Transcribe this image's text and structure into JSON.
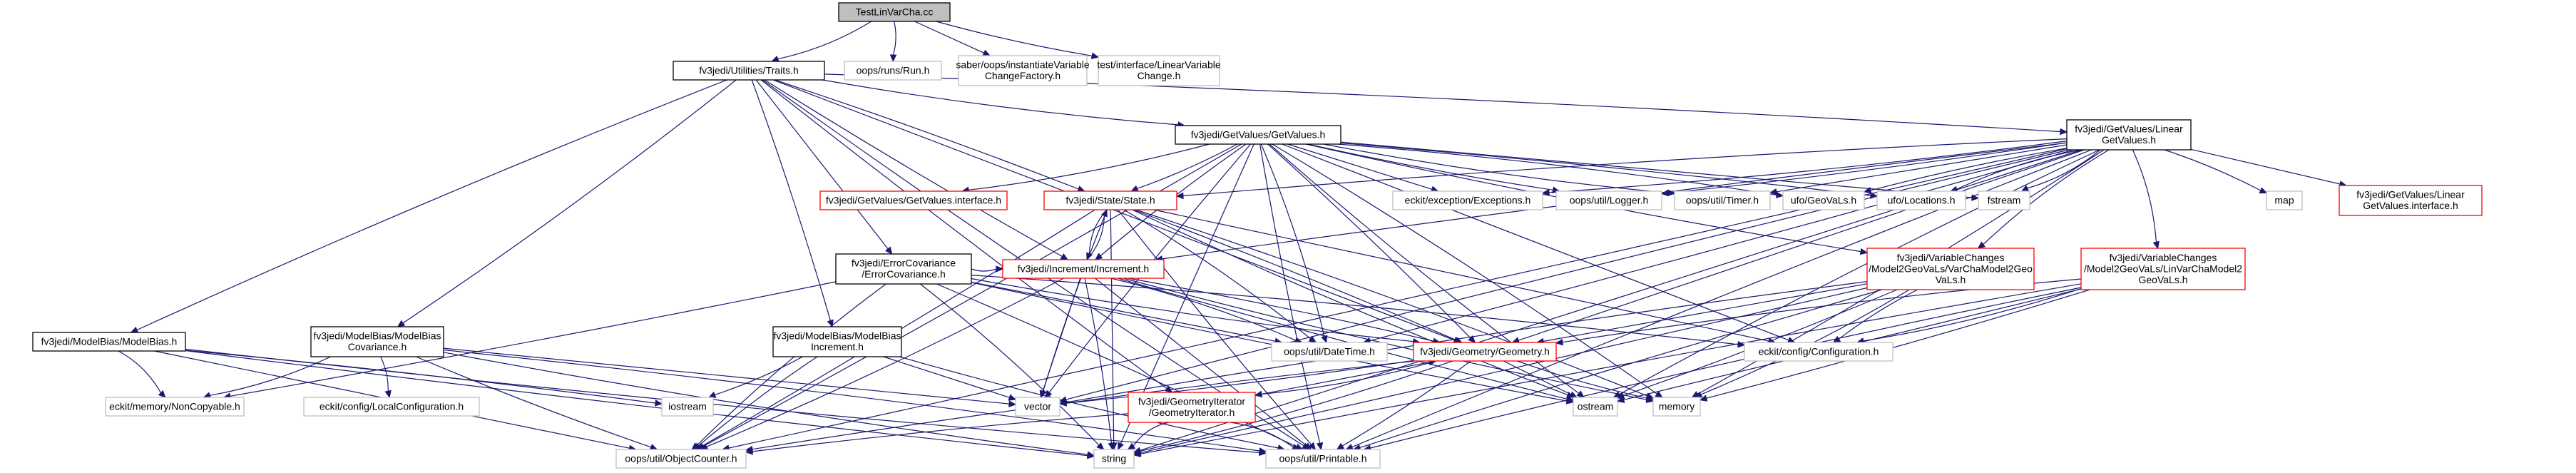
{
  "colors": {
    "root_fill": "#bfbfbf",
    "edge": "#191970",
    "documented_border": "#000000",
    "undocumented_border": "#bfbfbf",
    "truncated_border": "#ff0000"
  },
  "nodes": [
    {
      "id": "root",
      "kind": "root",
      "lines": [
        "TestLinVarCha.cc"
      ]
    },
    {
      "id": "traits",
      "kind": "std",
      "lines": [
        "fv3jedi/Utilities/Traits.h"
      ]
    },
    {
      "id": "oopsrun",
      "kind": "gray",
      "lines": [
        "oops/runs/Run.h"
      ]
    },
    {
      "id": "saber",
      "kind": "gray",
      "lines": [
        "saber/oops/instantiateVariable",
        "ChangeFactory.h"
      ]
    },
    {
      "id": "testlvc",
      "kind": "gray",
      "lines": [
        "test/interface/LinearVariable",
        "Change.h"
      ]
    },
    {
      "id": "getvalues",
      "kind": "std",
      "lines": [
        "fv3jedi/GetValues/GetValues.h"
      ]
    },
    {
      "id": "lingetvalues",
      "kind": "std",
      "lines": [
        "fv3jedi/GetValues/Linear",
        "GetValues.h"
      ]
    },
    {
      "id": "gvinterface",
      "kind": "red",
      "lines": [
        "fv3jedi/GetValues/GetValues.interface.h"
      ]
    },
    {
      "id": "state",
      "kind": "red",
      "lines": [
        "fv3jedi/State/State.h"
      ]
    },
    {
      "id": "ecexcept",
      "kind": "gray",
      "lines": [
        "eckit/exception/Exceptions.h"
      ]
    },
    {
      "id": "logger",
      "kind": "gray",
      "lines": [
        "oops/util/Logger.h"
      ]
    },
    {
      "id": "timer",
      "kind": "gray",
      "lines": [
        "oops/util/Timer.h"
      ]
    },
    {
      "id": "geovals",
      "kind": "gray",
      "lines": [
        "ufo/GeoVaLs.h"
      ]
    },
    {
      "id": "locations",
      "kind": "gray",
      "lines": [
        "ufo/Locations.h"
      ]
    },
    {
      "id": "fstream",
      "kind": "gray",
      "lines": [
        "fstream"
      ]
    },
    {
      "id": "map",
      "kind": "gray",
      "lines": [
        "map"
      ]
    },
    {
      "id": "lingvinterface",
      "kind": "red",
      "lines": [
        "fv3jedi/GetValues/Linear",
        "GetValues.interface.h"
      ]
    },
    {
      "id": "errcov",
      "kind": "std",
      "lines": [
        "fv3jedi/ErrorCovariance",
        "/ErrorCovariance.h"
      ]
    },
    {
      "id": "increment",
      "kind": "red",
      "lines": [
        "fv3jedi/Increment/Increment.h"
      ]
    },
    {
      "id": "vc2geo",
      "kind": "red",
      "lines": [
        "fv3jedi/VariableChanges",
        "/Model2GeoVaLs/VarChaModel2Geo",
        "VaLs.h"
      ]
    },
    {
      "id": "lvc2geo",
      "kind": "red",
      "lines": [
        "fv3jedi/VariableChanges",
        "/Model2GeoVaLs/LinVarChaModel2",
        "GeoVaLs.h"
      ]
    },
    {
      "id": "modelbias",
      "kind": "std",
      "lines": [
        "fv3jedi/ModelBias/ModelBias.h"
      ]
    },
    {
      "id": "mbcov",
      "kind": "std",
      "lines": [
        "fv3jedi/ModelBias/ModelBias",
        "Covariance.h"
      ]
    },
    {
      "id": "mbinc",
      "kind": "std",
      "lines": [
        "fv3jedi/ModelBias/ModelBias",
        "Increment.h"
      ]
    },
    {
      "id": "datetime",
      "kind": "gray",
      "lines": [
        "oops/util/DateTime.h"
      ]
    },
    {
      "id": "geometry",
      "kind": "red",
      "lines": [
        "fv3jedi/Geometry/Geometry.h"
      ]
    },
    {
      "id": "ecconfig",
      "kind": "gray",
      "lines": [
        "eckit/config/Configuration.h"
      ]
    },
    {
      "id": "noncopy",
      "kind": "gray",
      "lines": [
        "eckit/memory/NonCopyable.h"
      ]
    },
    {
      "id": "localconf",
      "kind": "gray",
      "lines": [
        "eckit/config/LocalConfiguration.h"
      ]
    },
    {
      "id": "iostream",
      "kind": "gray",
      "lines": [
        "iostream"
      ]
    },
    {
      "id": "vector",
      "kind": "gray",
      "lines": [
        "vector"
      ]
    },
    {
      "id": "ostream",
      "kind": "gray",
      "lines": [
        "ostream"
      ]
    },
    {
      "id": "memory",
      "kind": "gray",
      "lines": [
        "memory"
      ]
    },
    {
      "id": "geomiter",
      "kind": "red",
      "lines": [
        "fv3jedi/GeometryIterator",
        "/GeometryIterator.h"
      ]
    },
    {
      "id": "objcounter",
      "kind": "gray",
      "lines": [
        "oops/util/ObjectCounter.h"
      ]
    },
    {
      "id": "string",
      "kind": "gray",
      "lines": [
        "string"
      ]
    },
    {
      "id": "printable",
      "kind": "gray",
      "lines": [
        "oops/util/Printable.h"
      ]
    }
  ],
  "edges": [
    [
      "root",
      "traits"
    ],
    [
      "root",
      "oopsrun"
    ],
    [
      "root",
      "saber"
    ],
    [
      "root",
      "testlvc"
    ],
    [
      "traits",
      "getvalues"
    ],
    [
      "traits",
      "lingetvalues"
    ],
    [
      "traits",
      "state"
    ],
    [
      "traits",
      "errcov"
    ],
    [
      "traits",
      "increment"
    ],
    [
      "traits",
      "modelbias"
    ],
    [
      "traits",
      "mbcov"
    ],
    [
      "traits",
      "mbinc"
    ],
    [
      "traits",
      "geometry"
    ],
    [
      "traits",
      "geomiter"
    ],
    [
      "traits",
      "printable"
    ],
    [
      "getvalues",
      "gvinterface"
    ],
    [
      "getvalues",
      "state"
    ],
    [
      "getvalues",
      "ecexcept"
    ],
    [
      "getvalues",
      "logger"
    ],
    [
      "getvalues",
      "timer"
    ],
    [
      "getvalues",
      "geovals"
    ],
    [
      "getvalues",
      "locations"
    ],
    [
      "getvalues",
      "fstream"
    ],
    [
      "getvalues",
      "increment"
    ],
    [
      "getvalues",
      "vc2geo"
    ],
    [
      "getvalues",
      "datetime"
    ],
    [
      "getvalues",
      "geometry"
    ],
    [
      "getvalues",
      "ecconfig"
    ],
    [
      "getvalues",
      "vector"
    ],
    [
      "getvalues",
      "ostream"
    ],
    [
      "getvalues",
      "memory"
    ],
    [
      "getvalues",
      "objcounter"
    ],
    [
      "getvalues",
      "string"
    ],
    [
      "getvalues",
      "printable"
    ],
    [
      "lingetvalues",
      "state"
    ],
    [
      "lingetvalues",
      "ecexcept"
    ],
    [
      "lingetvalues",
      "logger"
    ],
    [
      "lingetvalues",
      "timer"
    ],
    [
      "lingetvalues",
      "geovals"
    ],
    [
      "lingetvalues",
      "locations"
    ],
    [
      "lingetvalues",
      "fstream"
    ],
    [
      "lingetvalues",
      "map"
    ],
    [
      "lingetvalues",
      "lingvinterface"
    ],
    [
      "lingetvalues",
      "increment"
    ],
    [
      "lingetvalues",
      "vc2geo"
    ],
    [
      "lingetvalues",
      "lvc2geo"
    ],
    [
      "lingetvalues",
      "datetime"
    ],
    [
      "lingetvalues",
      "geometry"
    ],
    [
      "lingetvalues",
      "vector"
    ],
    [
      "lingetvalues",
      "ostream"
    ],
    [
      "lingetvalues",
      "memory"
    ],
    [
      "lingetvalues",
      "objcounter"
    ],
    [
      "lingetvalues",
      "string"
    ],
    [
      "lingetvalues",
      "printable"
    ],
    [
      "state",
      "increment"
    ],
    [
      "state",
      "datetime"
    ],
    [
      "state",
      "geometry"
    ],
    [
      "state",
      "ecconfig"
    ],
    [
      "state",
      "vector"
    ],
    [
      "state",
      "ostream"
    ],
    [
      "state",
      "memory"
    ],
    [
      "state",
      "objcounter"
    ],
    [
      "state",
      "string"
    ],
    [
      "state",
      "printable"
    ],
    [
      "increment",
      "state"
    ],
    [
      "increment",
      "datetime"
    ],
    [
      "increment",
      "geometry"
    ],
    [
      "increment",
      "vector"
    ],
    [
      "increment",
      "ostream"
    ],
    [
      "increment",
      "memory"
    ],
    [
      "increment",
      "objcounter"
    ],
    [
      "increment",
      "string"
    ],
    [
      "increment",
      "printable"
    ],
    [
      "errcov",
      "increment"
    ],
    [
      "errcov",
      "geometry"
    ],
    [
      "errcov",
      "ecconfig"
    ],
    [
      "errcov",
      "noncopy"
    ],
    [
      "errcov",
      "datetime"
    ],
    [
      "errcov",
      "ostream"
    ],
    [
      "errcov",
      "objcounter"
    ],
    [
      "errcov",
      "string"
    ],
    [
      "errcov",
      "printable"
    ],
    [
      "vc2geo",
      "geometry"
    ],
    [
      "vc2geo",
      "ecconfig"
    ],
    [
      "vc2geo",
      "vector"
    ],
    [
      "vc2geo",
      "memory"
    ],
    [
      "vc2geo",
      "ostream"
    ],
    [
      "vc2geo",
      "string"
    ],
    [
      "vc2geo",
      "printable"
    ],
    [
      "lvc2geo",
      "geometry"
    ],
    [
      "lvc2geo",
      "ecconfig"
    ],
    [
      "lvc2geo",
      "memory"
    ],
    [
      "lvc2geo",
      "ostream"
    ],
    [
      "lvc2geo",
      "string"
    ],
    [
      "lvc2geo",
      "printable"
    ],
    [
      "modelbias",
      "noncopy"
    ],
    [
      "modelbias",
      "iostream"
    ],
    [
      "modelbias",
      "objcounter"
    ],
    [
      "modelbias",
      "string"
    ],
    [
      "modelbias",
      "printable"
    ],
    [
      "mbcov",
      "noncopy"
    ],
    [
      "mbcov",
      "localconf"
    ],
    [
      "mbcov",
      "vector"
    ],
    [
      "mbcov",
      "objcounter"
    ],
    [
      "mbcov",
      "string"
    ],
    [
      "mbcov",
      "printable"
    ],
    [
      "mbinc",
      "iostream"
    ],
    [
      "mbinc",
      "vector"
    ],
    [
      "mbinc",
      "objcounter"
    ],
    [
      "mbinc",
      "printable"
    ],
    [
      "geometry",
      "geomiter"
    ],
    [
      "geometry",
      "vector"
    ],
    [
      "geometry",
      "ostream"
    ],
    [
      "geometry",
      "memory"
    ],
    [
      "geometry",
      "objcounter"
    ],
    [
      "geometry",
      "string"
    ],
    [
      "geometry",
      "printable"
    ],
    [
      "geomiter",
      "geometry"
    ],
    [
      "geomiter",
      "objcounter"
    ],
    [
      "geomiter",
      "string"
    ],
    [
      "geomiter",
      "printable"
    ]
  ]
}
